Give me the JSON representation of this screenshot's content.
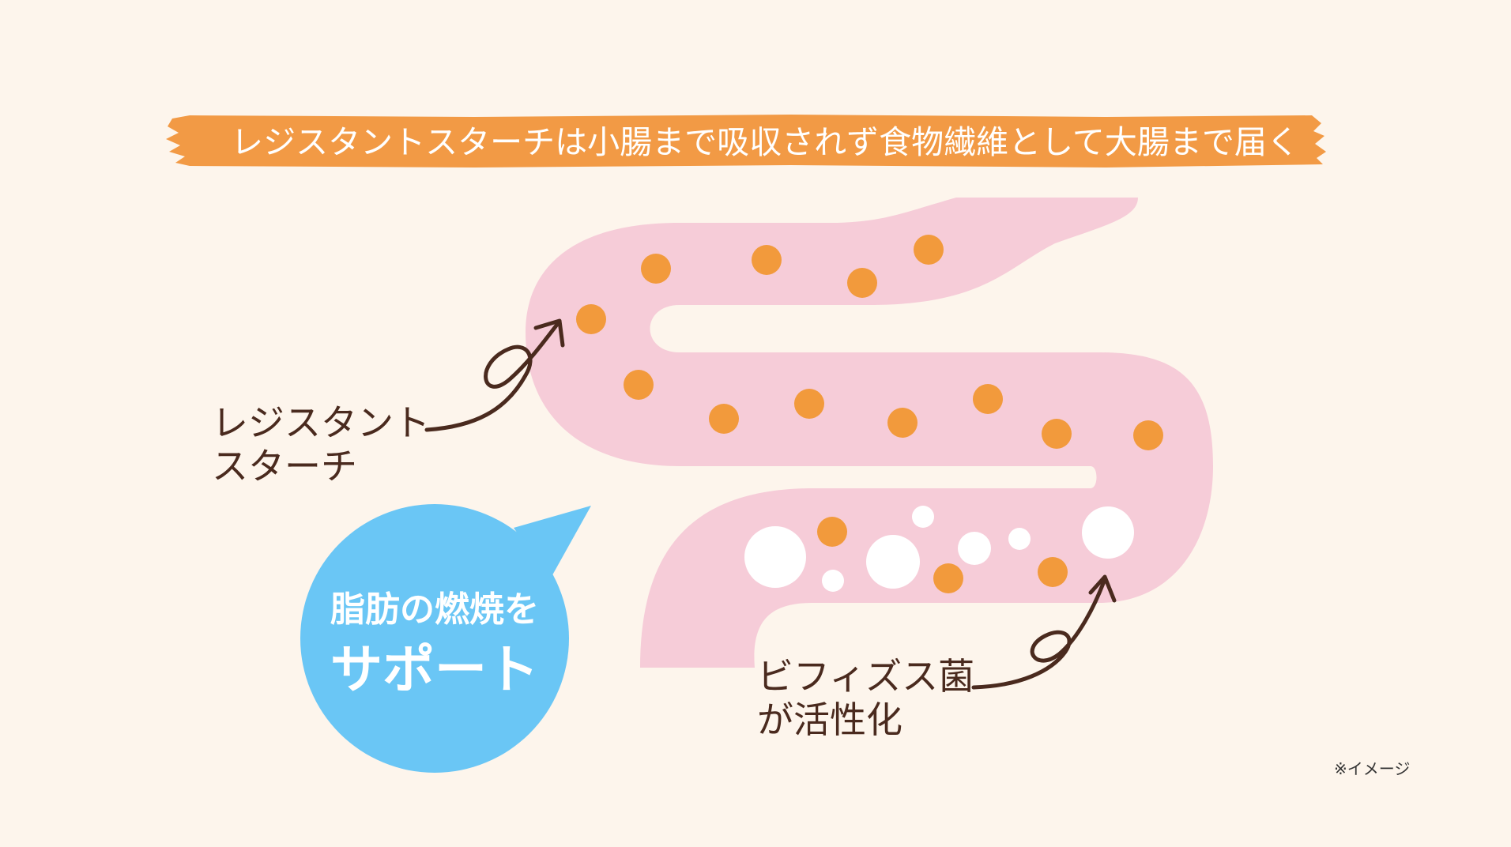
{
  "banner": {
    "text": "レジスタントスターチは小腸まで吸収されず食物繊維として大腸まで届く",
    "color": "#f29a45",
    "text_color": "#ffffff"
  },
  "labels": {
    "resistant_line1": "レジスタント",
    "resistant_line2": "スターチ",
    "bifido_line1": "ビフィズス菌",
    "bifido_line2": "が活性化",
    "text_color": "#4a2a1e"
  },
  "bubble": {
    "line1": "脂肪の燃焼を",
    "line2": "サポート",
    "color": "#6ac6f5",
    "text_color": "#ffffff"
  },
  "note": {
    "text": "※イメージ"
  },
  "intestine": {
    "color": "#f6ccd8"
  },
  "dots": {
    "orange_color": "#f29a3c",
    "white_color": "#ffffff"
  }
}
